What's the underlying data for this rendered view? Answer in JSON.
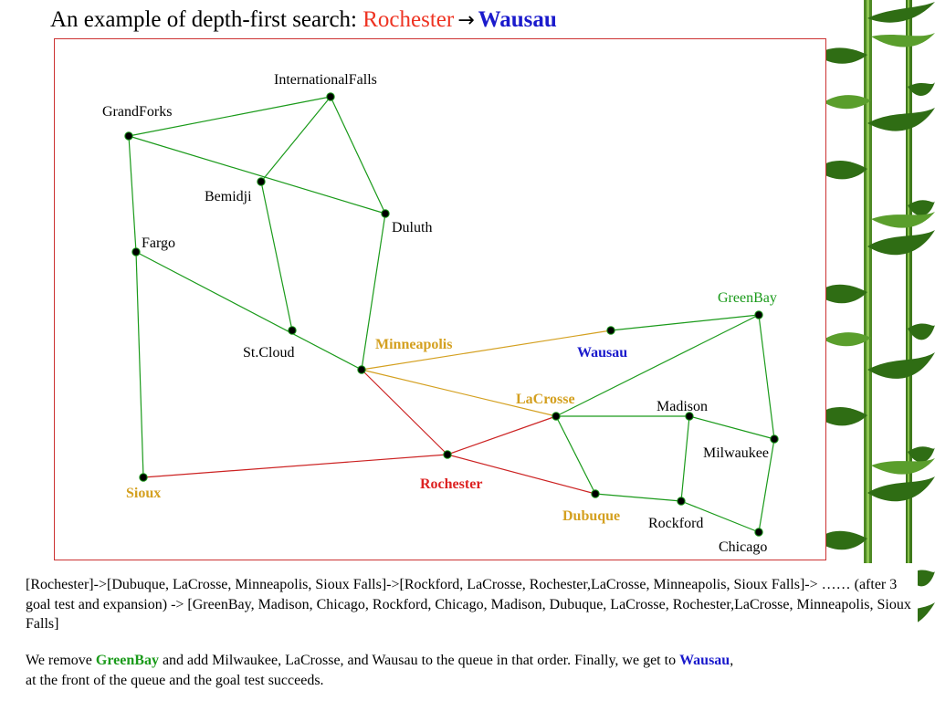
{
  "slide": {
    "title": {
      "prefix": "An example of depth-first search: ",
      "start": "Rochester",
      "arrow": "→",
      "goal": "Wausau"
    },
    "paragraph1": "[Rochester]->[Dubuque, LaCrosse, Minneapolis, Sioux Falls]->[Rockford, LaCrosse, Rochester,LaCrosse, Minneapolis, Sioux Falls]-> …… (after 3 goal test and expansion) -> [GreenBay, Madison, Chicago, Rockford, Chicago, Madison, Dubuque, LaCrosse, Rochester,LaCrosse, Minneapolis, Sioux Falls]",
    "paragraph2": {
      "t1": "We remove ",
      "h1": "GreenBay",
      "t2": " and add  Milwaukee, LaCrosse, and Wausau to the queue in that order. Finally, we get to ",
      "h2": "Wausau",
      "t3": ",",
      "t4": " at the front of the queue and the goal test succeeds."
    }
  },
  "colors": {
    "edge_default": "#1a9a1a",
    "edge_path": "#cc2222",
    "edge_frontier": "#d4a020",
    "label_highlight": "#d4a020",
    "label_start": "#dd2222",
    "label_goal": "#1a1acc",
    "label_green": "#1a9a1a",
    "frame": "#cc3333"
  },
  "graph": {
    "nodes": [
      {
        "id": "InternationalFalls",
        "label": "InternationalFalls",
        "style": "normal"
      },
      {
        "id": "GrandForks",
        "label": "GrandForks",
        "style": "normal"
      },
      {
        "id": "Bemidji",
        "label": "Bemidji",
        "style": "normal"
      },
      {
        "id": "Duluth",
        "label": "Duluth",
        "style": "normal"
      },
      {
        "id": "Fargo",
        "label": "Fargo",
        "style": "normal"
      },
      {
        "id": "StCloud",
        "label": "St.Cloud",
        "style": "normal"
      },
      {
        "id": "Minneapolis",
        "label": "Minneapolis",
        "style": "highlight"
      },
      {
        "id": "Wausau",
        "label": "Wausau",
        "style": "goal"
      },
      {
        "id": "GreenBay",
        "label": "GreenBay",
        "style": "green"
      },
      {
        "id": "LaCrosse",
        "label": "LaCrosse",
        "style": "highlight"
      },
      {
        "id": "Madison",
        "label": "Madison",
        "style": "normal"
      },
      {
        "id": "Milwaukee",
        "label": "Milwaukee",
        "style": "normal"
      },
      {
        "id": "Rochester",
        "label": "Rochester",
        "style": "start"
      },
      {
        "id": "Sioux",
        "label": "Sioux",
        "style": "highlight"
      },
      {
        "id": "Dubuque",
        "label": "Dubuque",
        "style": "highlight"
      },
      {
        "id": "Rockford",
        "label": "Rockford",
        "style": "normal"
      },
      {
        "id": "Chicago",
        "label": "Chicago",
        "style": "normal"
      }
    ],
    "edges": [
      {
        "from": "GrandForks",
        "to": "InternationalFalls",
        "style": "default"
      },
      {
        "from": "InternationalFalls",
        "to": "Bemidji",
        "style": "default"
      },
      {
        "from": "InternationalFalls",
        "to": "Duluth",
        "style": "default"
      },
      {
        "from": "GrandForks",
        "to": "Duluth",
        "style": "default"
      },
      {
        "from": "GrandForks",
        "to": "Fargo",
        "style": "default"
      },
      {
        "from": "Bemidji",
        "to": "StCloud",
        "style": "default"
      },
      {
        "from": "Fargo",
        "to": "Minneapolis",
        "style": "default"
      },
      {
        "from": "Duluth",
        "to": "Minneapolis",
        "style": "default"
      },
      {
        "from": "Fargo",
        "to": "Sioux",
        "style": "default"
      },
      {
        "from": "Minneapolis",
        "to": "Wausau",
        "style": "frontier"
      },
      {
        "from": "Minneapolis",
        "to": "LaCrosse",
        "style": "frontier"
      },
      {
        "from": "Minneapolis",
        "to": "Rochester",
        "style": "path"
      },
      {
        "from": "Sioux",
        "to": "Rochester",
        "style": "path"
      },
      {
        "from": "Rochester",
        "to": "LaCrosse",
        "style": "path"
      },
      {
        "from": "Rochester",
        "to": "Dubuque",
        "style": "path"
      },
      {
        "from": "Wausau",
        "to": "GreenBay",
        "style": "default"
      },
      {
        "from": "GreenBay",
        "to": "LaCrosse",
        "style": "default"
      },
      {
        "from": "GreenBay",
        "to": "Milwaukee",
        "style": "default"
      },
      {
        "from": "LaCrosse",
        "to": "Madison",
        "style": "default"
      },
      {
        "from": "LaCrosse",
        "to": "Dubuque",
        "style": "default"
      },
      {
        "from": "Madison",
        "to": "Milwaukee",
        "style": "default"
      },
      {
        "from": "Madison",
        "to": "Rockford",
        "style": "default"
      },
      {
        "from": "Dubuque",
        "to": "Rockford",
        "style": "default"
      },
      {
        "from": "Rockford",
        "to": "Chicago",
        "style": "default"
      },
      {
        "from": "Milwaukee",
        "to": "Chicago",
        "style": "default"
      }
    ]
  }
}
